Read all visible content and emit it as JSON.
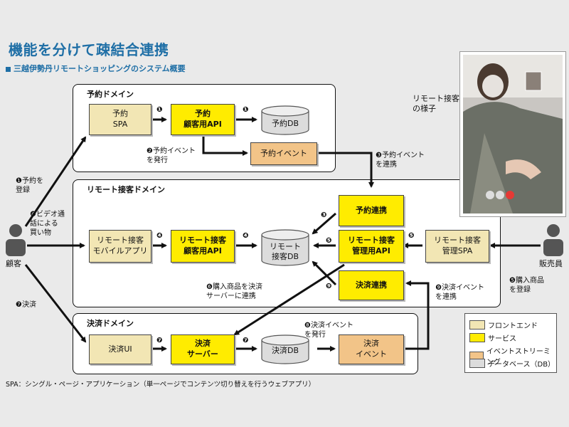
{
  "header": {
    "title": "機能を分けて疎結合連携",
    "subtitle": "三越伊勢丹リモートショッピングのシステム概要"
  },
  "domains": {
    "reservation": "予約ドメイン",
    "remote": "リモート接客ドメイン",
    "payment": "決済ドメイン"
  },
  "boxes": {
    "reserve_spa": "予約\nSPA",
    "reserve_api": "予約\n顧客用API",
    "reserve_event": "予約イベント",
    "reserve_link": "予約連携",
    "remote_mobile": "リモート接客\nモバイルアプリ",
    "remote_cust_api": "リモート接客\n顧客用API",
    "remote_mgmt_api": "リモート接客\n管理用API",
    "remote_mgmt_spa": "リモート接客\n管理SPA",
    "payment_link": "決済連携",
    "payment_ui": "決済UI",
    "payment_server": "決済\nサーバー",
    "payment_event": "決済\nイベント"
  },
  "databases": {
    "reserve_db": "予約DB",
    "remote_db": "リモート\n接客DB",
    "payment_db": "決済DB"
  },
  "actors": {
    "customer": "顧客",
    "seller": "販売員"
  },
  "steps": {
    "s1_main": "❶予約を\n登録",
    "s2_main": "❷予約イベント\nを発行",
    "s3_main": "❸予約イベント\nを連携",
    "s4_main": "❹ビデオ通\n話による\n買い物",
    "s5_main": "❺購入商品\nを登録",
    "s6_main": "❻購入商品を決済\nサーバーに連携",
    "s7_main": "❼決済",
    "s8_main": "❽決済イベント\nを発行",
    "s9_main": "❾決済イベント\nを連携",
    "n1": "❶",
    "n3": "❸",
    "n4": "❹",
    "n5": "❺",
    "n7": "❼",
    "n9": "❾"
  },
  "photo_caption": "リモート接客\nの様子",
  "legend": {
    "frontend": "フロントエンド",
    "service": "サービス",
    "event_streaming": "イベントストリーミング",
    "database": "データベース（DB）"
  },
  "footnote": "SPA：シングル・ページ・アプリケーション（単一ページでコンテンツ切り替えを行うウェブアプリ）",
  "colors": {
    "frontend": "#f2e6b4",
    "service": "#ffec00",
    "event": "#f2c488",
    "database": "#dcdcdc",
    "title": "#1f6fa6"
  }
}
